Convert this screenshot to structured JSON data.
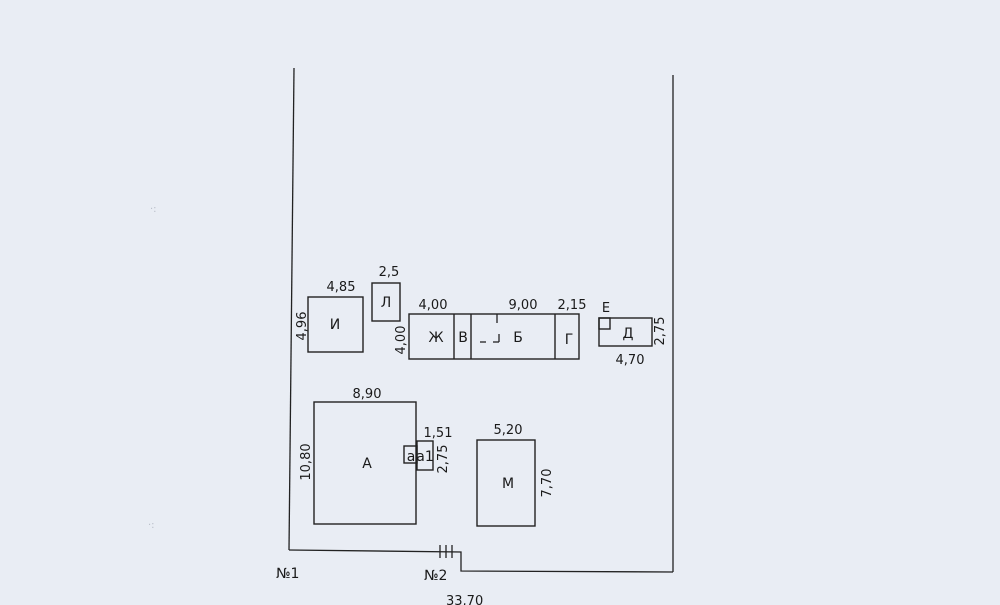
{
  "plot": {
    "corner_labels": {
      "left": "№1",
      "right": "№2"
    },
    "bottom_dimension": "33,70"
  },
  "buildings": {
    "I": {
      "label": "И",
      "width": "4,85",
      "height": "4,96"
    },
    "L": {
      "label": "Л",
      "width": "2,5"
    },
    "Zh": {
      "label": "Ж",
      "width": "4,00",
      "height": "4,00"
    },
    "V": {
      "label": "В"
    },
    "B": {
      "label": "Б",
      "width": "9,00"
    },
    "G": {
      "label": "Г",
      "width": "2,15"
    },
    "E": {
      "label": "Е"
    },
    "D": {
      "label": "Д",
      "width": "4,70",
      "height": "2,75"
    },
    "A": {
      "label": "А",
      "width": "8,90",
      "height": "10,80"
    },
    "a": {
      "label": "а"
    },
    "a1": {
      "label": "а1",
      "width": "1,51",
      "height": "2,75"
    },
    "M": {
      "label": "М",
      "width": "5,20",
      "height": "7,70"
    }
  },
  "colors": {
    "paper": "#e9edf4",
    "ink": "#222222"
  }
}
